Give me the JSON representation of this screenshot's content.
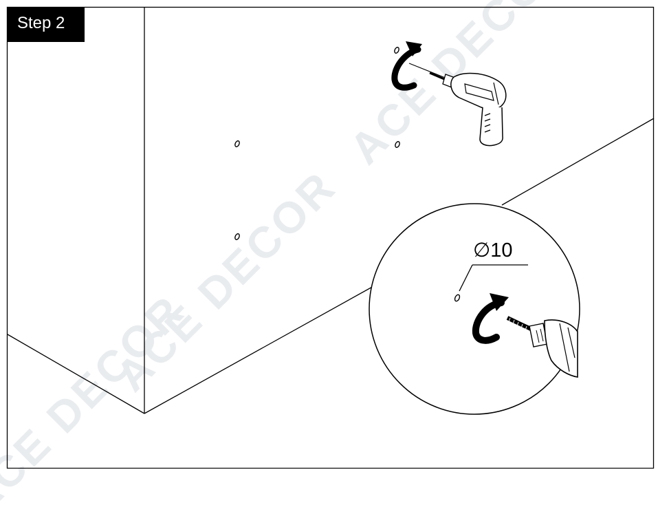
{
  "step": {
    "label": "Step 2"
  },
  "dimension": {
    "symbol": "∅",
    "value": "10"
  },
  "watermark": {
    "text": "ACE DECOR"
  },
  "icons": [
    "drill-icon",
    "rotation-arrow-icon",
    "screw-icon",
    "hole-mark-icon",
    "magnifier-circle"
  ],
  "colors": {
    "line": "#000000",
    "badge": "#000000",
    "badge_text": "#ffffff",
    "watermark": "#e9ecef"
  }
}
